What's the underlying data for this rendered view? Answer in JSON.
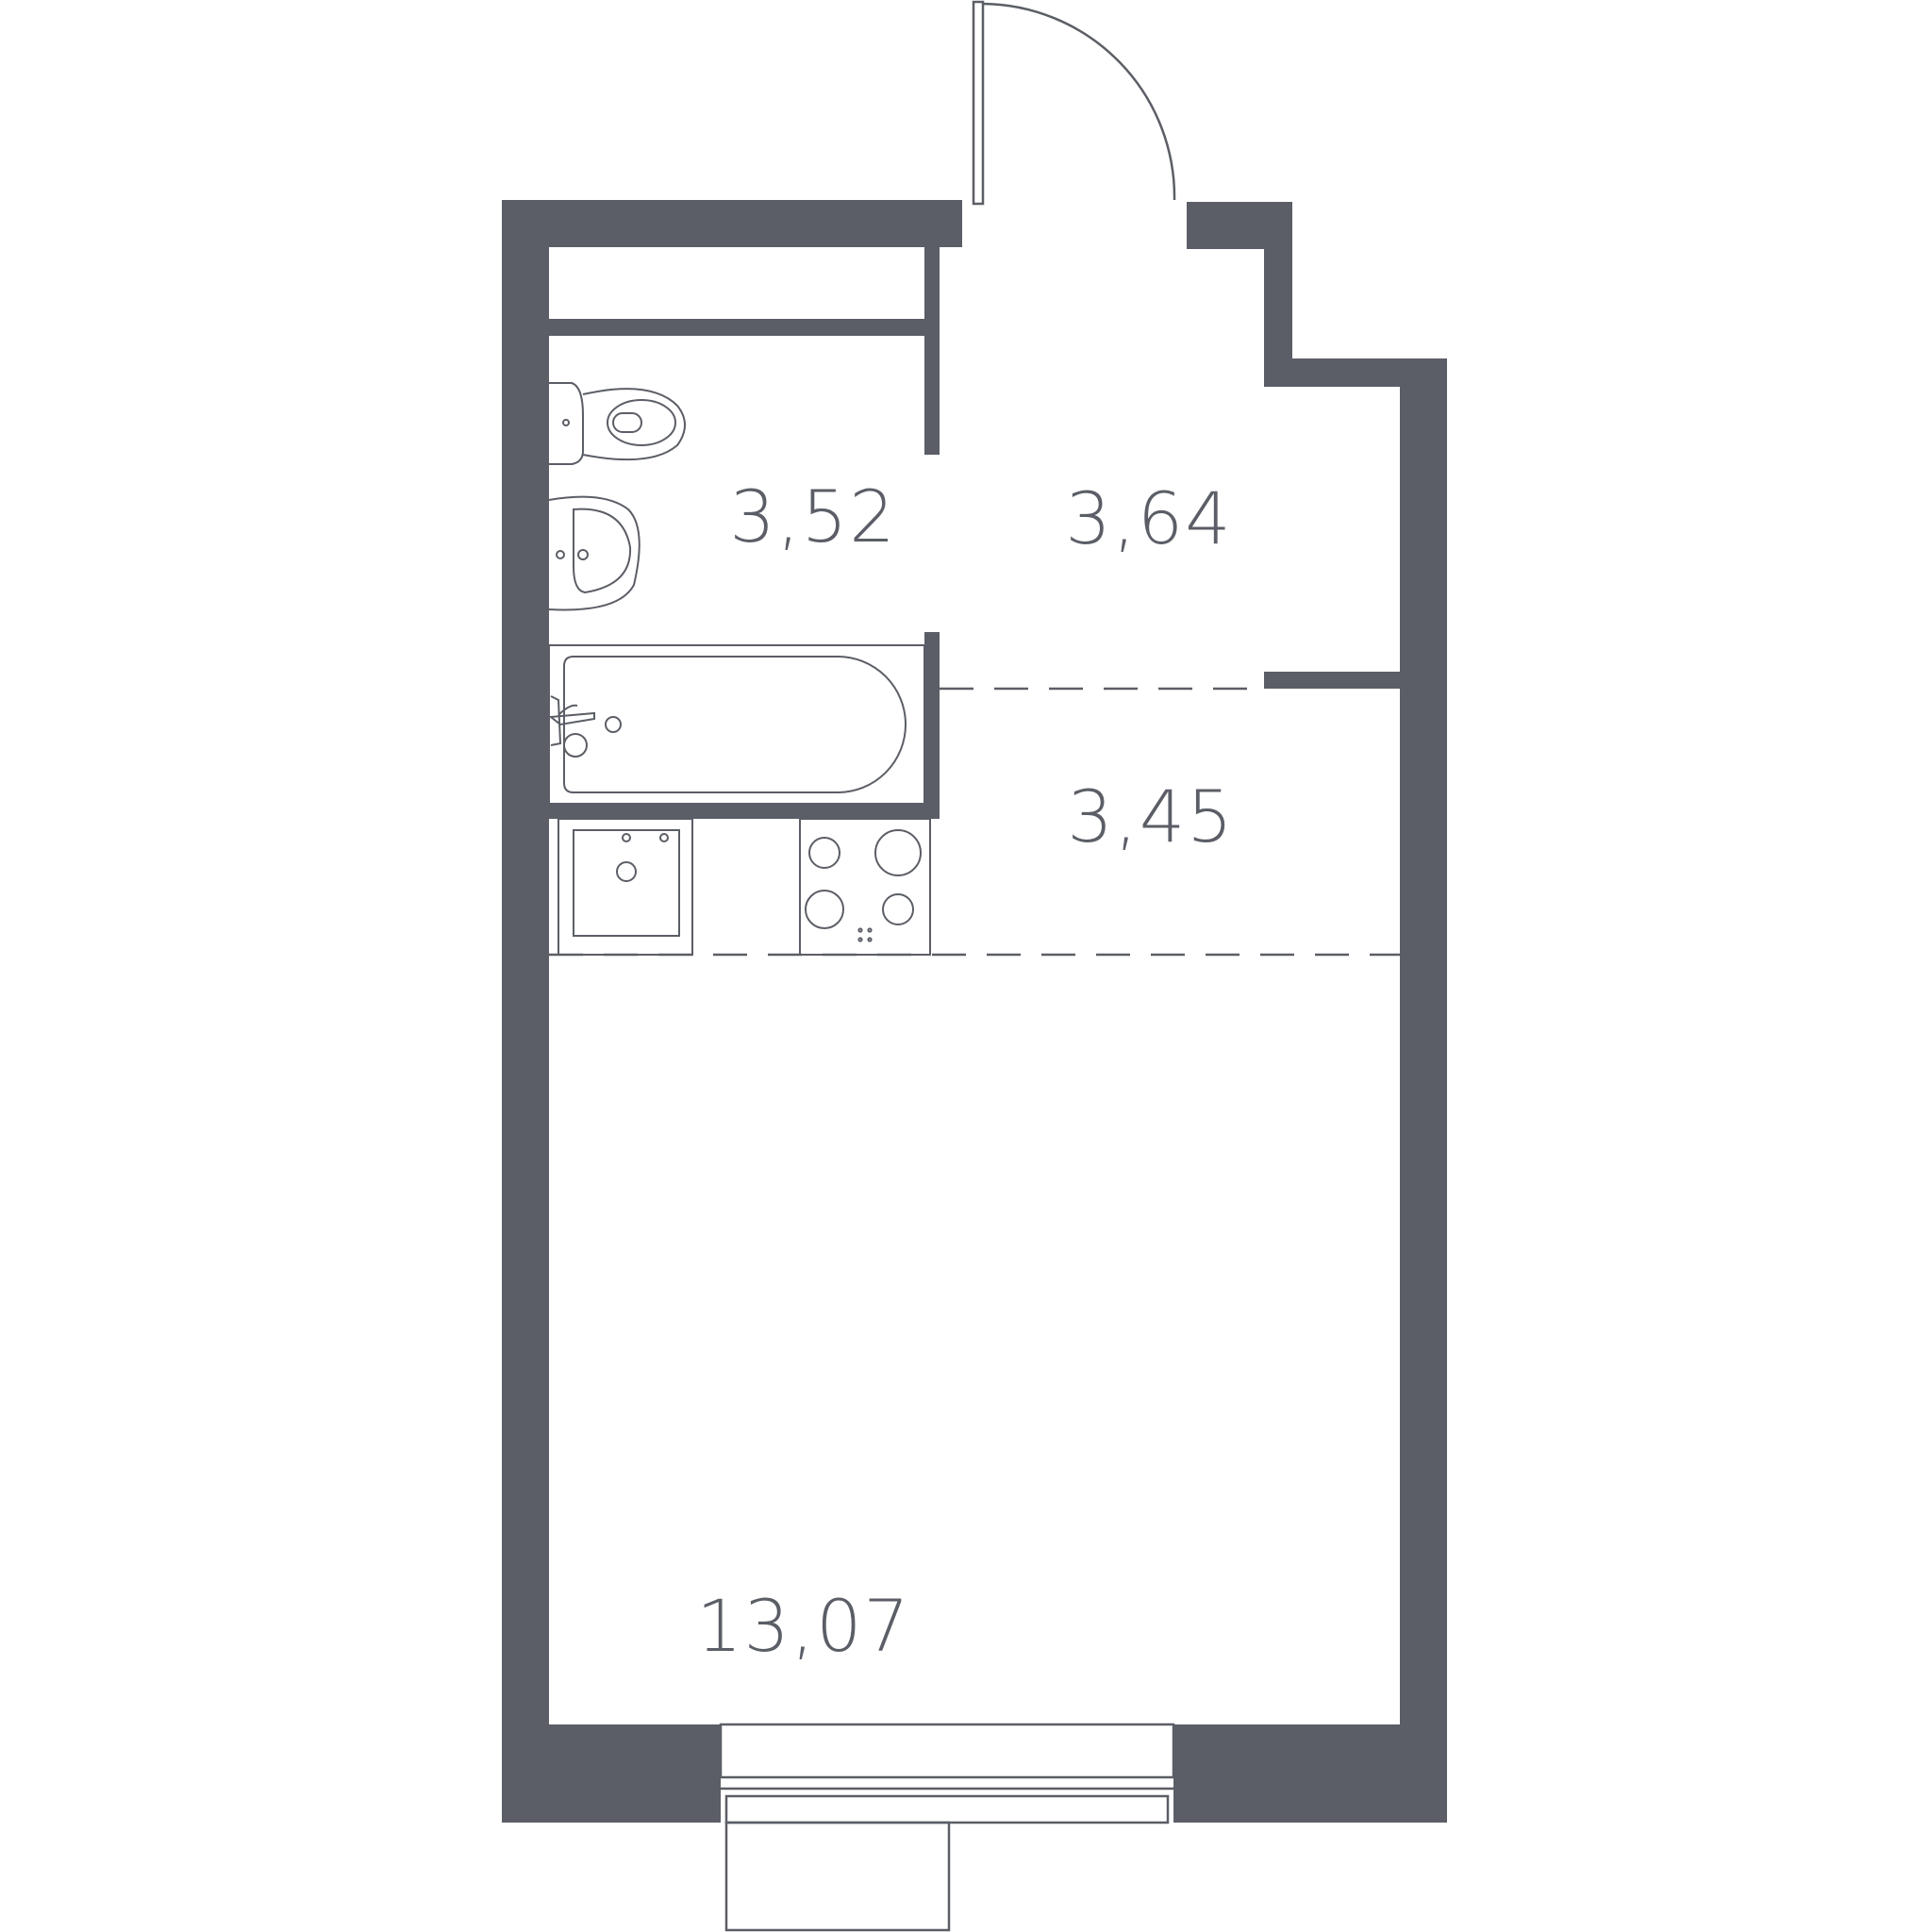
{
  "plan": {
    "colors": {
      "wall": "#5b5e66",
      "line": "#5b5e66",
      "background": "#ffffff"
    },
    "rooms": [
      {
        "id": "bathroom",
        "area": "3,52"
      },
      {
        "id": "hallway",
        "area": "3,64"
      },
      {
        "id": "kitchen",
        "area": "3,45"
      },
      {
        "id": "living-room",
        "area": "13,07"
      }
    ],
    "fixtures": [
      "toilet-icon",
      "washbasin-icon",
      "bathtub-icon",
      "kitchen-sink-icon",
      "cooktop-icon",
      "entrance-door",
      "window",
      "balcony"
    ]
  }
}
